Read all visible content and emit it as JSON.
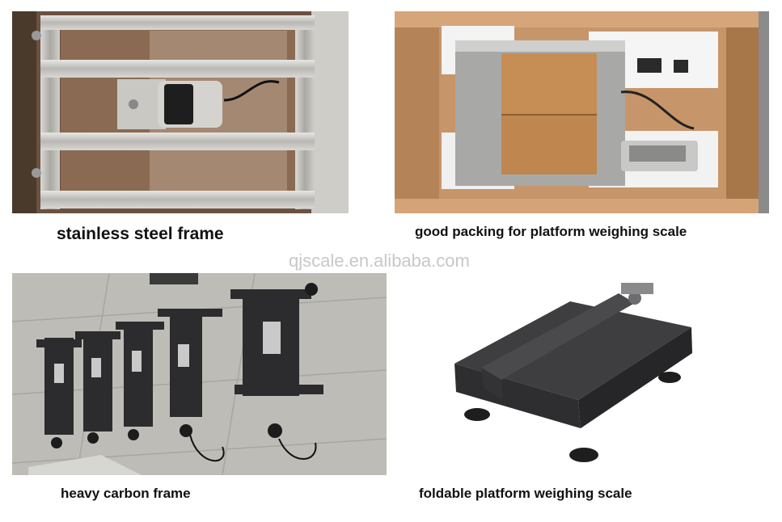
{
  "panels": [
    {
      "caption": "stainless steel frame"
    },
    {
      "caption": "good packing for platform weighing scale"
    },
    {
      "caption": "heavy carbon frame"
    },
    {
      "caption": "foldable platform weighing scale"
    }
  ],
  "watermark": "qjscale.en.alibaba.com"
}
